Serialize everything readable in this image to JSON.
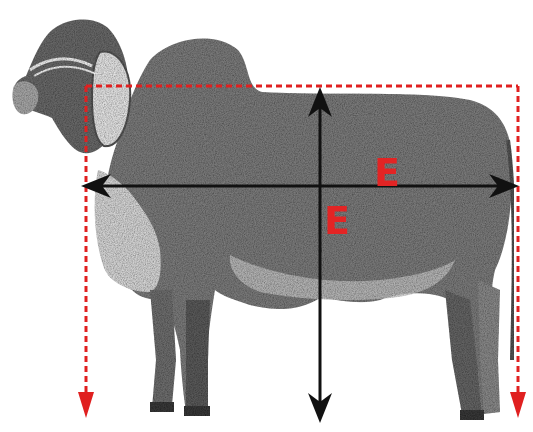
{
  "labels": {
    "horizontal": "E",
    "vertical": "E"
  },
  "colors": {
    "label": "#e32424",
    "dashed_frame": "#e02020",
    "measure_arrows": "#111111",
    "animal_dark": "#4a4a4a",
    "animal_mid": "#7a7a7a",
    "animal_light": "#cfcfcf"
  },
  "icons": {
    "animal": "zebu-bull-illustration"
  }
}
